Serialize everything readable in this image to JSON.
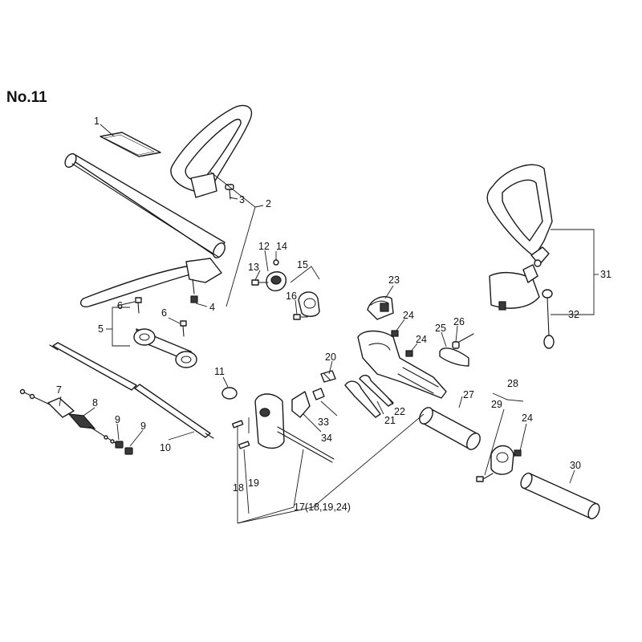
{
  "title": "No.11",
  "callouts": {
    "c1": "1",
    "c2": "2",
    "c3": "3",
    "c4": "4",
    "c5": "5",
    "c6a": "6",
    "c6b": "6",
    "c7": "7",
    "c8": "8",
    "c9a": "9",
    "c9b": "9",
    "c10": "10",
    "c11": "11",
    "c12": "12",
    "c13": "13",
    "c14": "14",
    "c15": "15",
    "c16": "16",
    "c17": "17(18,19,24)",
    "c18": "18",
    "c19": "19",
    "c20": "20",
    "c21": "21",
    "c22": "22",
    "c23": "23",
    "c24a": "24",
    "c24b": "24",
    "c24c": "24",
    "c25": "25",
    "c26": "26",
    "c27": "27",
    "c28": "28",
    "c29": "29",
    "c30": "30",
    "c31": "31",
    "c32": "32",
    "c33": "33",
    "c34": "34"
  }
}
